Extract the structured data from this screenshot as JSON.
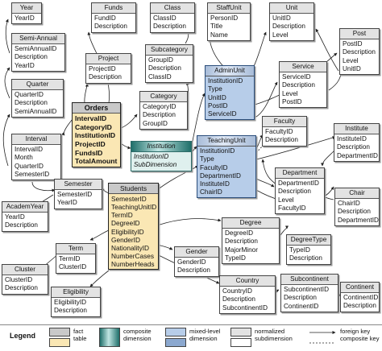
{
  "tables": {
    "year": {
      "name": "Year",
      "attrs": [
        "YearID"
      ]
    },
    "semi_annual": {
      "name": "Semi-Annual",
      "attrs": [
        "SemiAnnualID",
        "Description",
        "YearID"
      ]
    },
    "quarter": {
      "name": "Quarter",
      "attrs": [
        "QuarterID",
        "Description",
        "SemiAnnualID"
      ]
    },
    "interval": {
      "name": "Interval",
      "attrs": [
        "IntervalID",
        "Month",
        "QuarterID",
        "SemesterID"
      ]
    },
    "funds": {
      "name": "Funds",
      "attrs": [
        "FundID",
        "Description"
      ]
    },
    "project": {
      "name": "Project",
      "attrs": [
        "ProjectID",
        "Description"
      ]
    },
    "orders": {
      "name": "Orders",
      "attrs": [
        "IntervalID",
        "CategoryID",
        "InstitutionID",
        "ProjectID",
        "FundsID",
        "TotalAmount"
      ]
    },
    "class": {
      "name": "Class",
      "attrs": [
        "ClassID",
        "Description"
      ]
    },
    "subcategory": {
      "name": "Subcategory",
      "attrs": [
        "GroupID",
        "Description",
        "ClassID"
      ]
    },
    "category": {
      "name": "Category",
      "attrs": [
        "CategoryID",
        "Description",
        "GroupID"
      ]
    },
    "institution": {
      "name": "Institution",
      "attrs": [
        "InstitutionID",
        "SubDimension"
      ]
    },
    "staffunit": {
      "name": "StaffUnit",
      "attrs": [
        "PersonID",
        "Title",
        "Name"
      ]
    },
    "unit": {
      "name": "Unit",
      "attrs": [
        "UnitID",
        "Description",
        "Level"
      ]
    },
    "post": {
      "name": "Post",
      "attrs": [
        "PostID",
        "Description",
        "Level",
        "UnitID"
      ]
    },
    "adminunit": {
      "name": "AdminUnit",
      "attrs": [
        "InstitutionID",
        "Type",
        "UnitID",
        "PostID",
        "ServiceID"
      ]
    },
    "service": {
      "name": "Service",
      "attrs": [
        "ServiceID",
        "Description",
        "Level",
        "PostID"
      ]
    },
    "teachingunit": {
      "name": "TeachingUnit",
      "attrs": [
        "InstitutionID",
        "Type",
        "FacultyID",
        "DepartmentID",
        "InstituteID",
        "ChairID"
      ]
    },
    "faculty": {
      "name": "Faculty",
      "attrs": [
        "FacultyID",
        "Description"
      ]
    },
    "institute": {
      "name": "Institute",
      "attrs": [
        "InstituteID",
        "Description",
        "DepartmentID"
      ]
    },
    "department": {
      "name": "Department",
      "attrs": [
        "DepartmentID",
        "Description",
        "Level",
        "FacultyID"
      ]
    },
    "chair": {
      "name": "Chair",
      "attrs": [
        "ChairID",
        "Description",
        "DepartmentID"
      ]
    },
    "semester": {
      "name": "Semester",
      "attrs": [
        "SemesterID",
        "YearID"
      ]
    },
    "academic_year": {
      "name": "AcademYear",
      "attrs": [
        "YearID",
        "Description"
      ]
    },
    "term": {
      "name": "Term",
      "attrs": [
        "TermID",
        "ClusterID"
      ]
    },
    "cluster": {
      "name": "Cluster",
      "attrs": [
        "ClusterID",
        "Description"
      ]
    },
    "eligibility": {
      "name": "Eligibility",
      "attrs": [
        "EligibilityID",
        "Description"
      ]
    },
    "students": {
      "name": "Students",
      "attrs": [
        "SemesterID",
        "TeachingUnitID",
        "TermID",
        "DegreeID",
        "EligibilityID",
        "GenderID",
        "NationalityID",
        "NumberCases",
        "NumberHeads"
      ]
    },
    "degree": {
      "name": "Degree",
      "attrs": [
        "DegreeID",
        "Description",
        "MajorMinor",
        "TypeID"
      ]
    },
    "degreetype": {
      "name": "DegreeType",
      "attrs": [
        "TypeID",
        "Description"
      ]
    },
    "gender": {
      "name": "Gender",
      "attrs": [
        "GenderID",
        "Description"
      ]
    },
    "country": {
      "name": "Country",
      "attrs": [
        "CountryID",
        "Description",
        "SubcontinentID"
      ]
    },
    "subcontinent": {
      "name": "Subcontinent",
      "attrs": [
        "SubcontinentID",
        "Description",
        "ContinentID"
      ]
    },
    "continent": {
      "name": "Continent",
      "attrs": [
        "ContinentID",
        "Description"
      ]
    }
  },
  "legend": {
    "title": "Legend",
    "fact": "fact",
    "table": "table",
    "composite": "composite",
    "dimension": "dimension",
    "mixed_level": "mixed-level",
    "mixed_dimension": "dimension",
    "normalized": "normalized",
    "subdimension": "subdimension",
    "foreign_key": "foreign key",
    "composite_key": "composite key"
  }
}
